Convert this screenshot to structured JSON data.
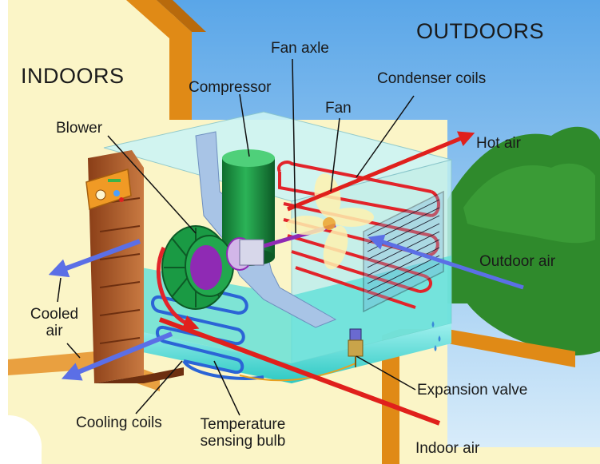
{
  "diagram": {
    "regions": {
      "indoors": "INDOORS",
      "outdoors": "OUTDOORS"
    },
    "labels": {
      "compressor": "Compressor",
      "fan_axle": "Fan axle",
      "condenser_coils": "Condenser coils",
      "fan": "Fan",
      "blower": "Blower",
      "hot_air": "Hot air",
      "outdoor_air": "Outdoor air",
      "cooled_air_line1": "Cooled",
      "cooled_air_line2": "air",
      "expansion_valve": "Expansion valve",
      "cooling_coils": "Cooling coils",
      "temperature_bulb_line1": "Temperature",
      "temperature_bulb_line2": "sensing bulb",
      "indoor_air": "Indoor air"
    },
    "colors": {
      "indoor_wall": "#fbf5c7",
      "sky": "#7fc1ef",
      "wall_trim": "#e08a16",
      "unit_fill": "#bdeef0",
      "unit_base": "#44d6cf",
      "chassis": "#a8c4e6",
      "compressor": "#1f9a46",
      "indoor_panel": "#b5612c",
      "hot_coil": "#e2242a",
      "cold_coil": "#2b64d6",
      "blower": "#1a9a44",
      "blower_hub": "#8f2ab4",
      "fan_blade": "#fff2b0",
      "grille": "#1a1a2a",
      "foliage": "#2f8a2c",
      "air_arrow_cool": "#5b6fe6",
      "air_arrow_warm": "#e0201c"
    }
  }
}
